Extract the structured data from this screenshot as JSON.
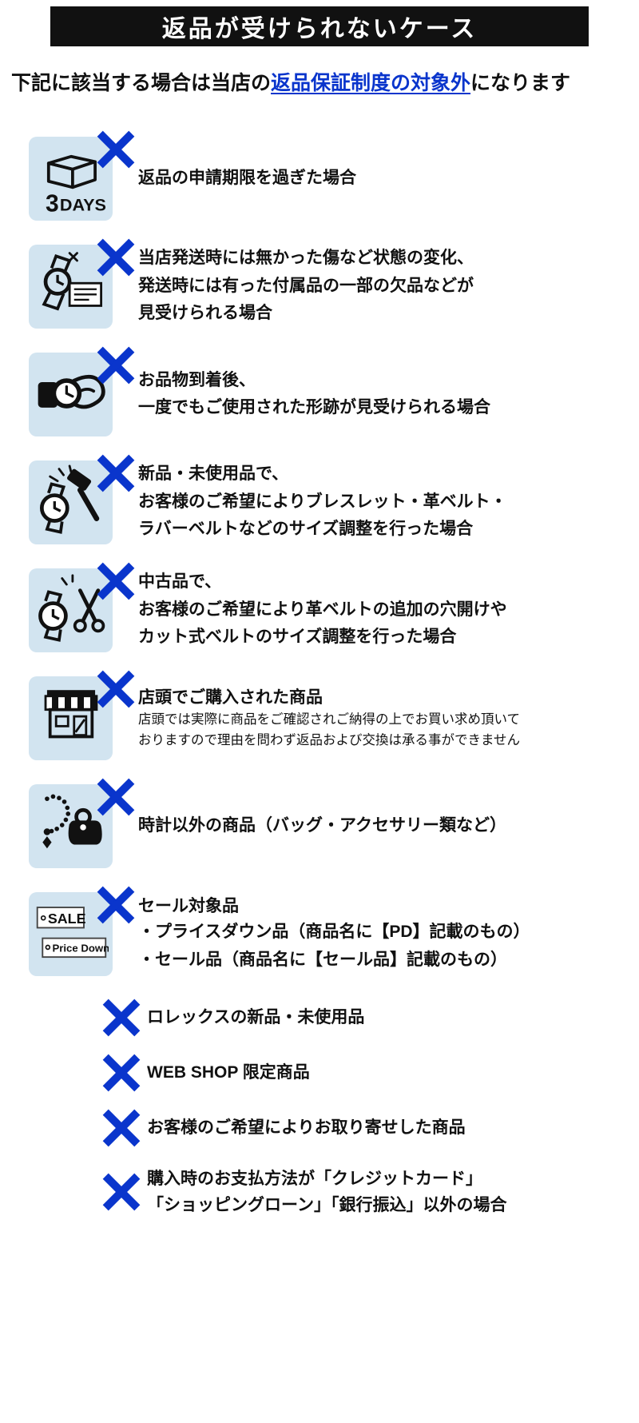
{
  "header": {
    "title": "返品が受けられないケース"
  },
  "subtitle": {
    "prefix": "下記に該当する場合は当店の",
    "highlight": "返品保証制度の対象外",
    "suffix": "になります"
  },
  "colors": {
    "header_bg": "#111111",
    "x_mark": "#0a35cc",
    "highlight_blue": "#0a35cc",
    "icon_bg": "#d2e4f0"
  },
  "icon_items": [
    {
      "icon": "box-3days-icon",
      "icon_label_number": "3",
      "icon_label_days": "DAYS",
      "lines": [
        "返品の申請期限を過ぎた場合"
      ]
    },
    {
      "icon": "damaged-watch-checklist-icon",
      "lines": [
        "当店発送時には無かった傷など状態の変化、",
        "発送時には有った付属品の一部の欠品などが",
        "見受けられる場合"
      ]
    },
    {
      "icon": "watch-on-wrist-icon",
      "lines": [
        "お品物到着後、",
        "一度でもご使用された形跡が見受けられる場合"
      ]
    },
    {
      "icon": "watch-size-adjust-hammer-icon",
      "lines": [
        "新品・未使用品で、",
        "お客様のご希望によりブレスレット・革ベルト・",
        "ラバーベルトなどのサイズ調整を行った場合"
      ]
    },
    {
      "icon": "watch-belt-cut-scissors-icon",
      "lines": [
        "中古品で、",
        "お客様のご希望により革ベルトの追加の穴開けや",
        "カット式ベルトのサイズ調整を行った場合"
      ]
    },
    {
      "icon": "store-front-icon",
      "title": "店頭でご購入された商品",
      "note_lines": [
        "店頭では実際に商品をご確認されご納得の上でお買い求め頂いて",
        "おりますので理由を問わず返品および交換は承る事ができません"
      ]
    },
    {
      "icon": "accessory-bag-icon",
      "lines": [
        "時計以外の商品（バッグ・アクセサリー類など）"
      ]
    },
    {
      "icon": "sale-price-down-icon",
      "sale_label": "SALE",
      "price_down_label": "Price Down",
      "title": "セール対象品",
      "lines": [
        "・プライスダウン品（商品名に【PD】記載のもの）",
        "・セール品（商品名に【セール品】記載のもの）"
      ]
    }
  ],
  "plain_items": [
    {
      "lines": [
        "ロレックスの新品・未使用品"
      ]
    },
    {
      "lines": [
        "WEB SHOP 限定商品"
      ]
    },
    {
      "lines": [
        "お客様のご希望によりお取り寄せした商品"
      ]
    },
    {
      "lines": [
        "購入時のお支払方法が「クレジットカード」",
        "「ショッピングローン」「銀行振込」以外の場合"
      ]
    }
  ]
}
